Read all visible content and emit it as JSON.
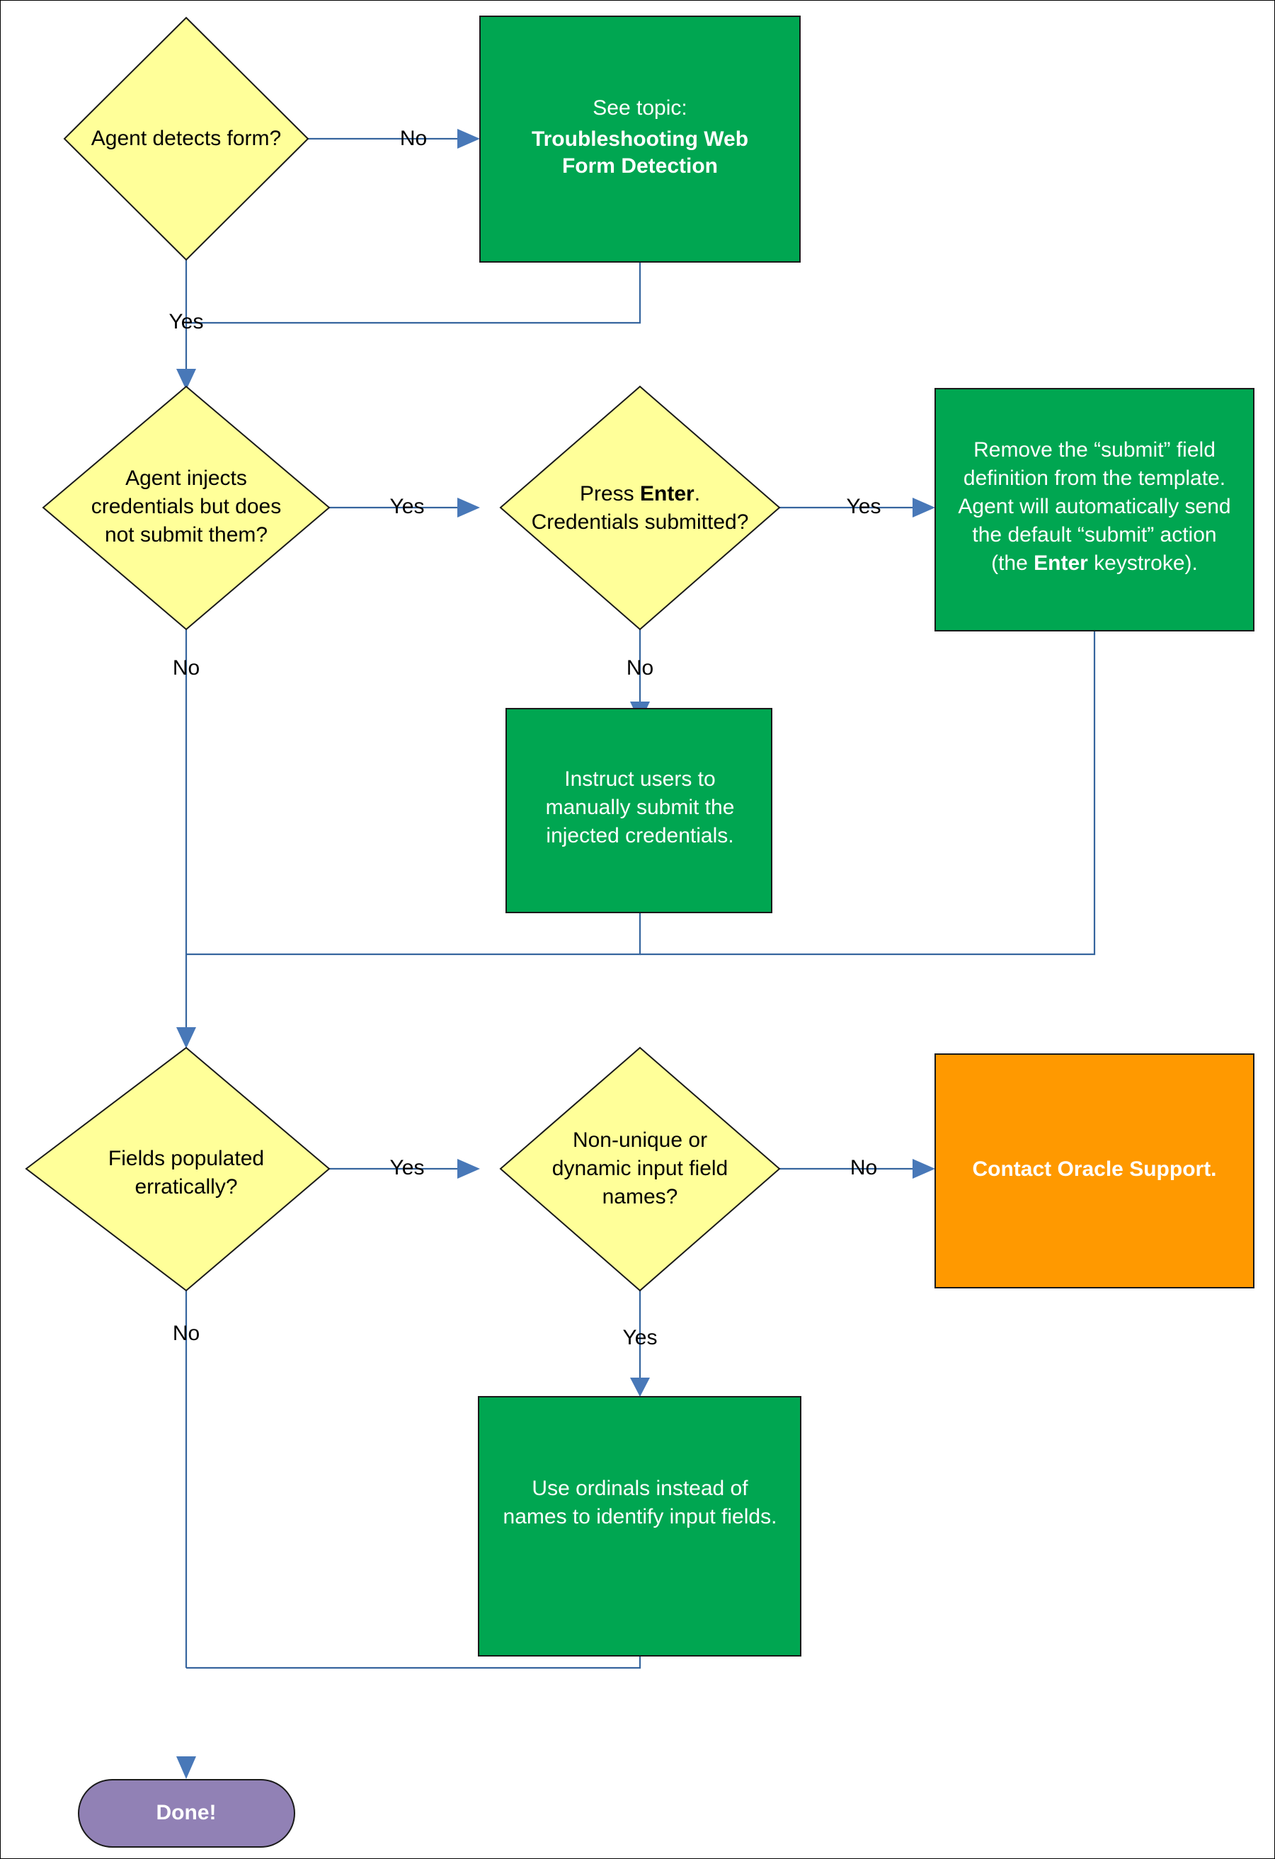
{
  "diagram": {
    "title": "Web Form Troubleshooting Flowchart",
    "colors": {
      "decision_fill": "#ffff99",
      "action_fill": "#00a651",
      "alert_fill": "#ff9900",
      "terminal_fill": "#9181b5",
      "connector_stroke": "#36659e",
      "arrow_fill": "#4878b8",
      "shape_stroke": "#1a1a1a",
      "canvas": "#ffffff"
    },
    "nodes": {
      "detect_form": {
        "type": "decision",
        "lines": [
          "Agent detects form?"
        ]
      },
      "see_topic": {
        "type": "action",
        "lines": [
          "See topic:",
          "Troubleshooting Web",
          "Form Detection"
        ],
        "bold_lines": [
          false,
          true,
          true
        ]
      },
      "injects_no_submit": {
        "type": "decision",
        "lines": [
          "Agent injects",
          "credentials but does",
          "not submit them?"
        ]
      },
      "press_enter": {
        "type": "decision",
        "line1_pre": "Press ",
        "line1_bold": "Enter",
        "line1_post": ".",
        "line2": "Credentials submitted?"
      },
      "remove_submit": {
        "type": "action",
        "line1": "Remove the “submit” field",
        "line2": "definition from the template.",
        "line3": "Agent will automatically send",
        "line4": "the default “submit” action",
        "line5_pre": "(the ",
        "line5_bold": "Enter",
        "line5_post": " keystroke)."
      },
      "instruct_manual": {
        "type": "action",
        "lines": [
          "Instruct users to",
          "manually submit the",
          "injected credentials."
        ]
      },
      "fields_erratic": {
        "type": "decision",
        "lines": [
          "Fields populated",
          "erratically?"
        ]
      },
      "nonunique_names": {
        "type": "decision",
        "lines": [
          "Non-unique or",
          "dynamic input field",
          "names?"
        ]
      },
      "contact_support": {
        "type": "alert",
        "lines": [
          "Contact Oracle Support."
        ],
        "bold": true
      },
      "use_ordinals": {
        "type": "action",
        "lines": [
          "Use ordinals instead of",
          "names to identify input fields."
        ]
      },
      "done": {
        "type": "terminal",
        "lines": [
          "Done!"
        ],
        "bold": true
      }
    },
    "edge_labels": {
      "detect_form_no": "No",
      "detect_form_yes": "Yes",
      "injects_yes": "Yes",
      "injects_no": "No",
      "press_enter_yes": "Yes",
      "press_enter_no": "No",
      "fields_yes": "Yes",
      "fields_no": "No",
      "nonunique_no": "No",
      "nonunique_yes": "Yes"
    }
  }
}
